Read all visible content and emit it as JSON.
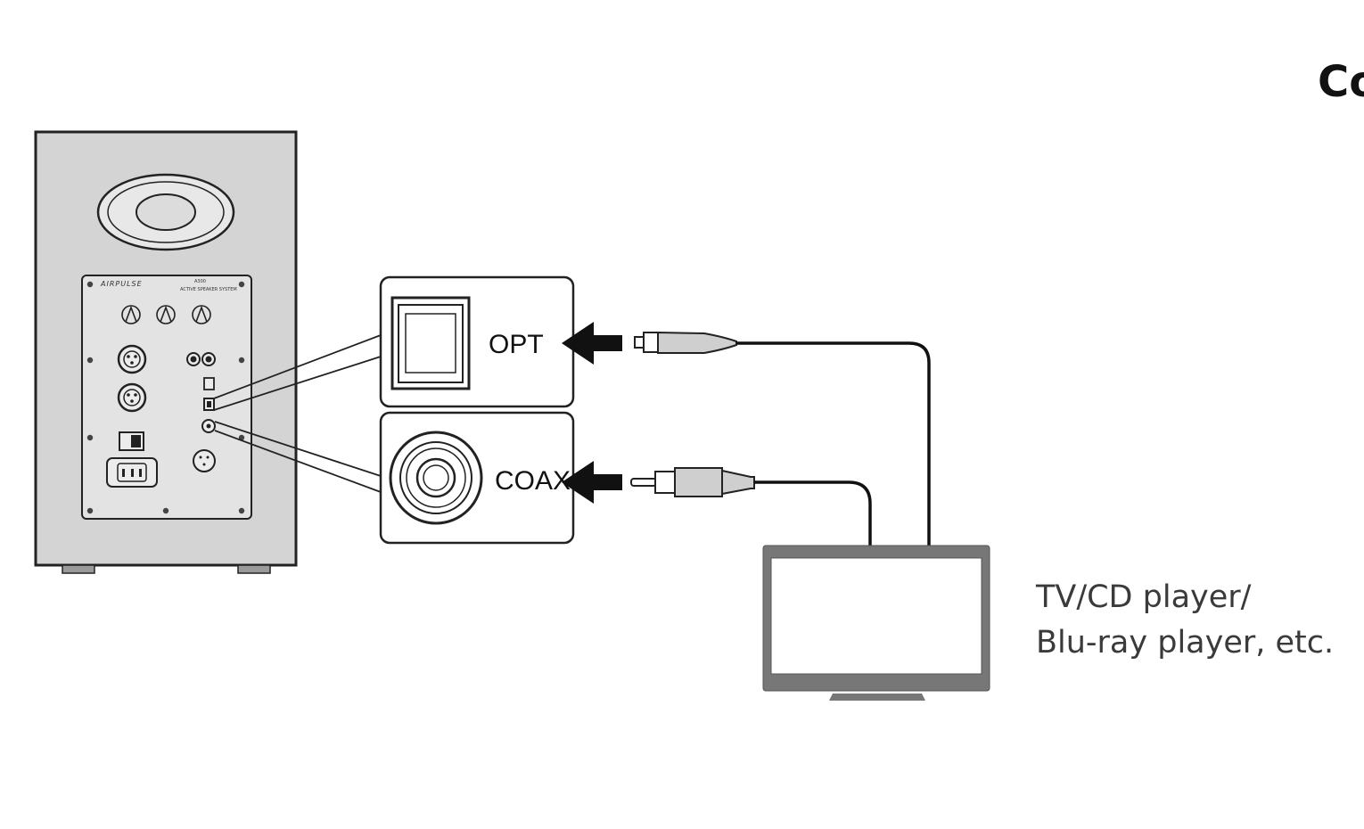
{
  "title": "پخش از ورودی Optical یا Coaxial",
  "speaker": {
    "brand": "AIRPULSE",
    "model": "A300",
    "model_subtitle": "ACTIVE SPEAKER SYSTEM"
  },
  "ports": {
    "optical_label": "OPT",
    "coaxial_label": "COAX"
  },
  "source_device": {
    "label_line1": "TV/CD player/",
    "label_line2": "Blu-ray player, etc."
  },
  "colors": {
    "speaker_body": "#d4d4d4",
    "panel": "#e3e3e3",
    "tv_frame": "#777777",
    "arrow": "#111111",
    "cable": "#111111"
  }
}
